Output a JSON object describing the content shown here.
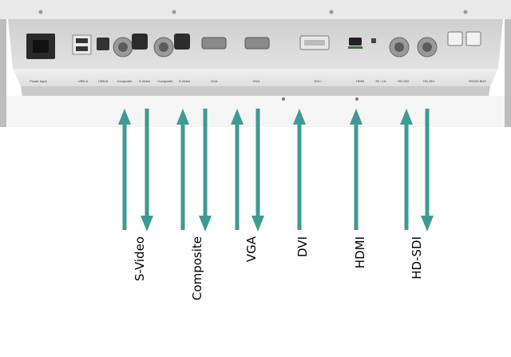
{
  "panel": {
    "port_labels": [
      "Power Input",
      "USB-A",
      "USB-B",
      "Composite",
      "S-Video",
      "Composite",
      "S-Video",
      "VGA",
      "VGA",
      "DVI-I",
      "HDMI",
      "5V / 1A",
      "HD-SDI",
      "HD-SDI",
      "RS232-BUS"
    ]
  },
  "arrows": [
    {
      "signal": "S-Video",
      "direction": "up"
    },
    {
      "signal": "S-Video",
      "direction": "down"
    },
    {
      "signal": "Composite",
      "direction": "up"
    },
    {
      "signal": "Composite",
      "direction": "down"
    },
    {
      "signal": "VGA",
      "direction": "up"
    },
    {
      "signal": "VGA",
      "direction": "down"
    },
    {
      "signal": "DVI",
      "direction": "up"
    },
    {
      "signal": "HDMI",
      "direction": "up"
    },
    {
      "signal": "HD-SDI",
      "direction": "up"
    },
    {
      "signal": "HD-SDI",
      "direction": "down"
    }
  ],
  "signals": [
    "S-Video",
    "Composite",
    "VGA",
    "DVI",
    "HDMI",
    "HD-SDI"
  ],
  "colors": {
    "arrow": "#3f9a93",
    "panel": "#d9d9d9",
    "strip": "#ebebeb",
    "text": "#000000"
  }
}
